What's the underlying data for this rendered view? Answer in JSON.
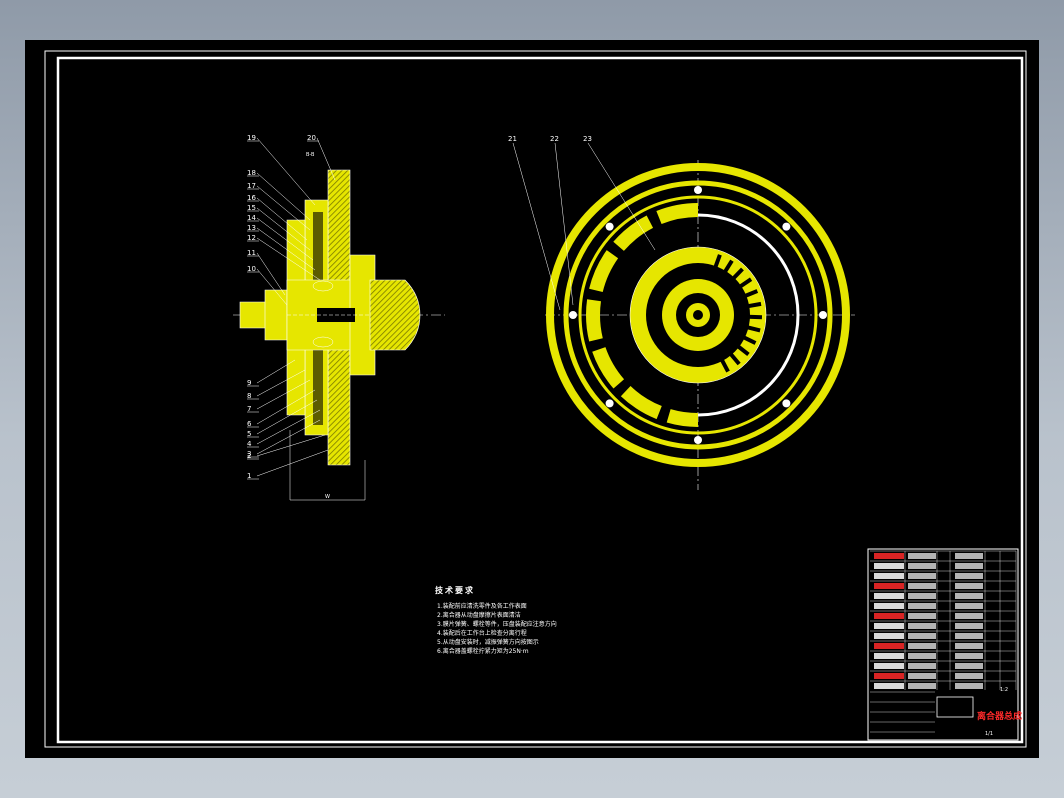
{
  "drawing": {
    "part_numbers_left": [
      "19",
      "20",
      "18",
      "17",
      "16",
      "15",
      "14",
      "13",
      "12",
      "11",
      "10",
      "9",
      "8",
      "7",
      "6",
      "5",
      "4",
      "3",
      "2",
      "1"
    ],
    "section_label": "B-B",
    "part_numbers_right": [
      "21",
      "22",
      "23"
    ],
    "bottom_dim_label": "W"
  },
  "requirements": {
    "heading": "技术要求",
    "items": [
      "1.装配前应清洗零件及各工作表面",
      "2.离合器从动盘摩擦片表面清洁",
      "3.膜片弹簧、螺栓等件，压盘装配应注意方向",
      "4.装配后在工作台上检查分离行程",
      "5.从动盘安装时，减振弹簧方向按图示",
      "6.离合器盖螺栓拧紧力矩为25N·m"
    ]
  },
  "title_block": {
    "title_red": "离合器总成",
    "scale": "1:2",
    "sheet": "1/1"
  },
  "colors": {
    "paper": "#000000",
    "part_fill": "#e6e600",
    "hatch": "#8a8a00",
    "outline": "#ffffff",
    "accent_red": "#ff2a2a",
    "background": "#9aa4b0"
  }
}
